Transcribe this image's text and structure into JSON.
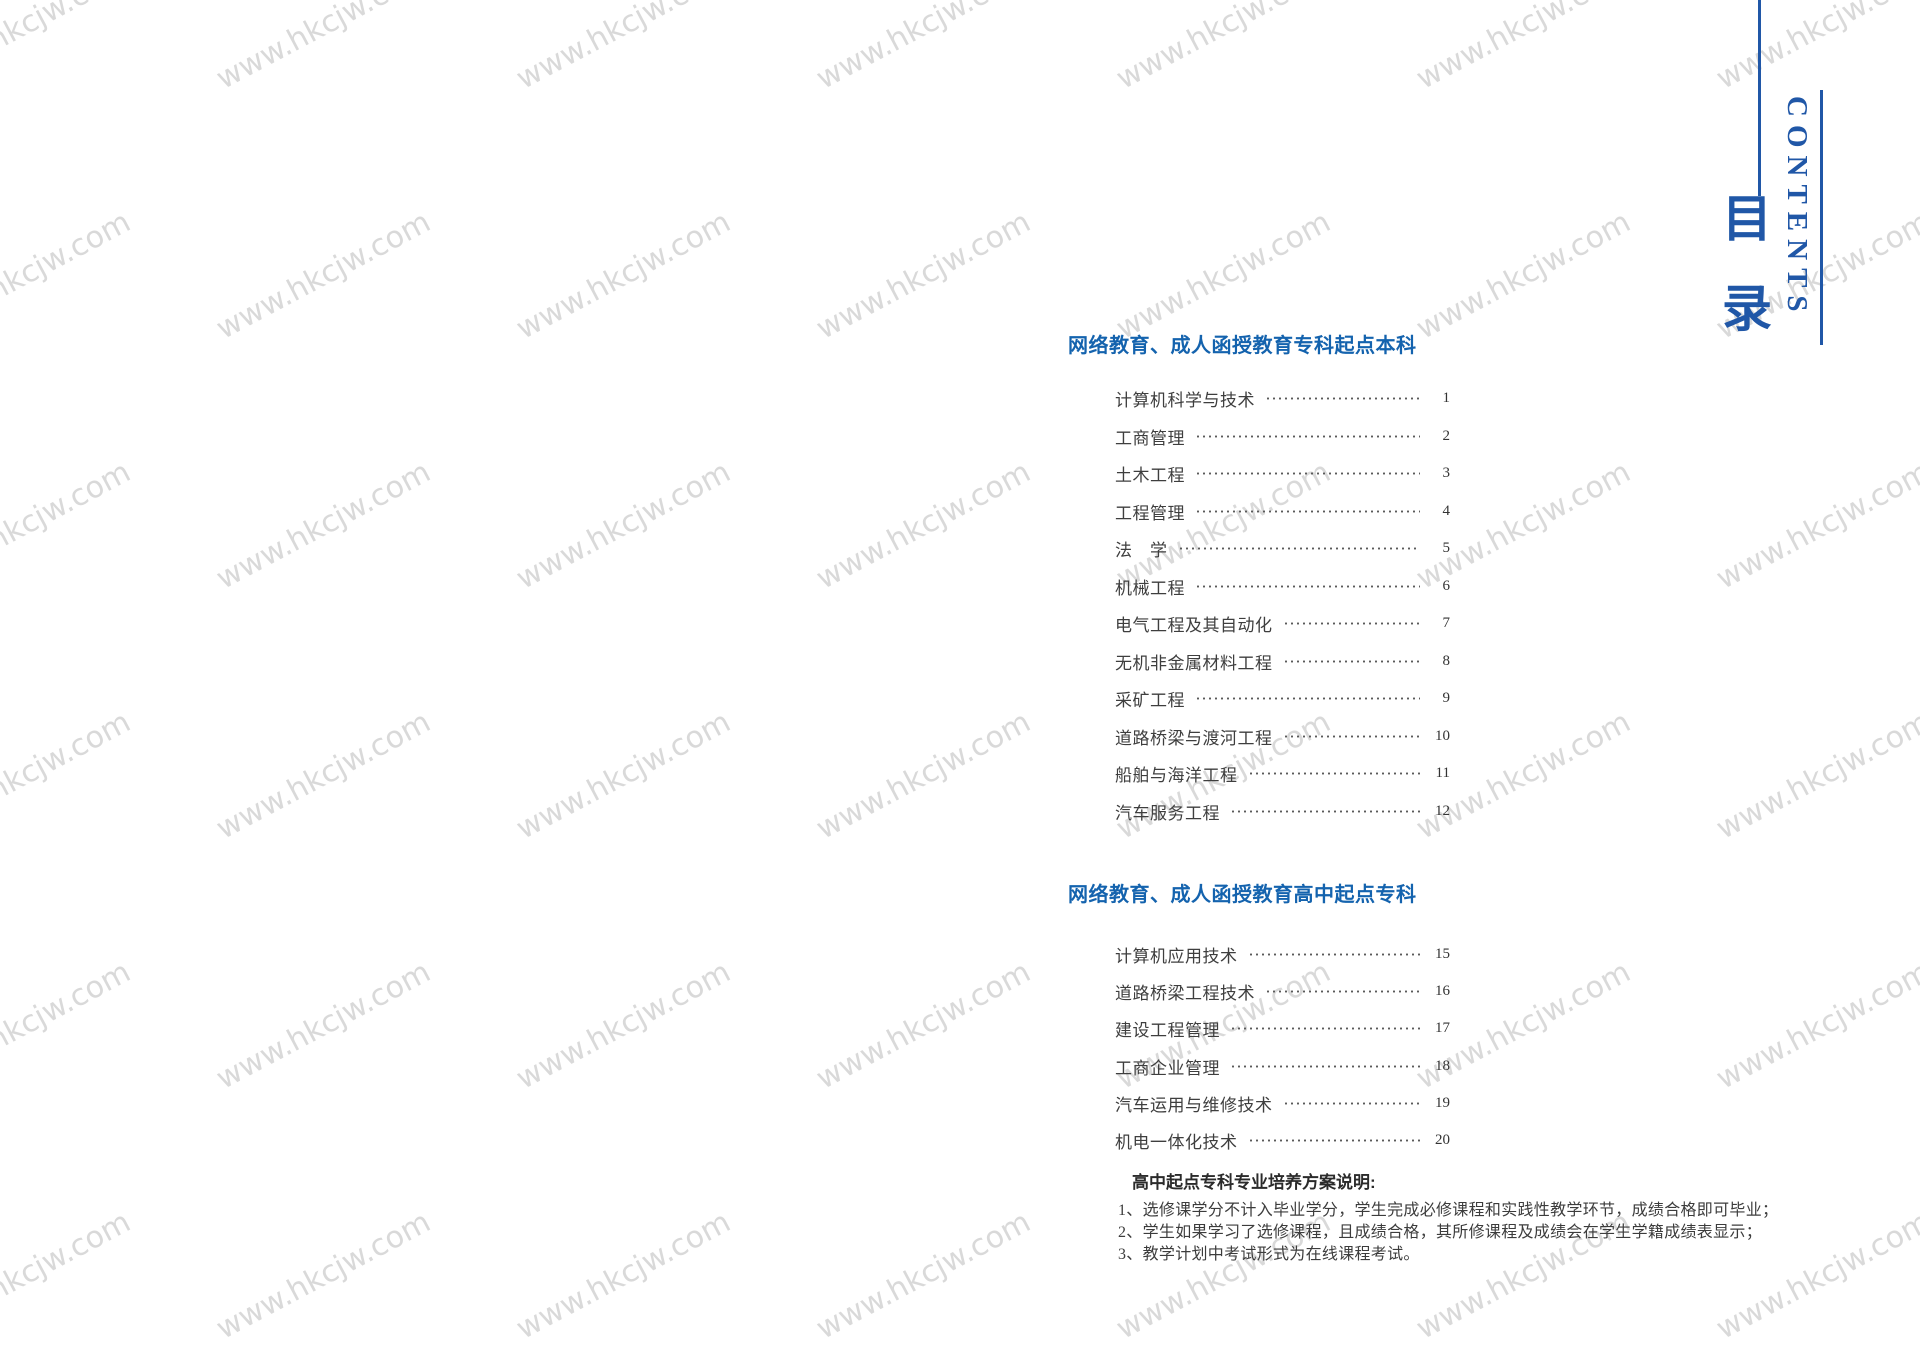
{
  "watermark": {
    "text": "www.hkcjw.com"
  },
  "decoration": {
    "contents_en": "CONTENTS",
    "contents_cn_chars": [
      "目",
      "录"
    ],
    "accent_color": "#2057a7"
  },
  "toc": {
    "sections": [
      {
        "heading": "网络教育、成人函授教育专科起点本科",
        "items": [
          {
            "label": "计算机科学与技术",
            "page": "1"
          },
          {
            "label": "工商管理",
            "page": "2"
          },
          {
            "label": "土木工程",
            "page": "3"
          },
          {
            "label": "工程管理",
            "page": "4"
          },
          {
            "label": "法　学",
            "page": "5"
          },
          {
            "label": "机械工程",
            "page": "6"
          },
          {
            "label": "电气工程及其自动化",
            "page": "7"
          },
          {
            "label": "无机非金属材料工程",
            "page": "8"
          },
          {
            "label": "采矿工程",
            "page": "9"
          },
          {
            "label": "道路桥梁与渡河工程",
            "page": "10"
          },
          {
            "label": "船舶与海洋工程",
            "page": "11"
          },
          {
            "label": "汽车服务工程",
            "page": "12"
          }
        ]
      },
      {
        "heading": "网络教育、成人函授教育高中起点专科",
        "items": [
          {
            "label": "计算机应用技术",
            "page": "15"
          },
          {
            "label": "道路桥梁工程技术",
            "page": "16"
          },
          {
            "label": "建设工程管理",
            "page": "17"
          },
          {
            "label": "工商企业管理",
            "page": "18"
          },
          {
            "label": "汽车运用与维修技术",
            "page": "19"
          },
          {
            "label": "机电一体化技术",
            "page": "20"
          }
        ]
      }
    ]
  },
  "notes": {
    "heading": "高中起点专科专业培养方案说明:",
    "lines": [
      "1、选修课学分不计入毕业学分，学生完成必修课程和实践性教学环节，成绩合格即可毕业；",
      "2、学生如果学习了选修课程，且成绩合格，其所修课程及成绩会在学生学籍成绩表显示；",
      "3、教学计划中考试形式为在线课程考试。"
    ]
  },
  "colors": {
    "heading_blue": "#1463ae",
    "decoration_blue": "#2057a7",
    "item_text": "#3e3e3e",
    "watermark": "#d9d9d9"
  }
}
